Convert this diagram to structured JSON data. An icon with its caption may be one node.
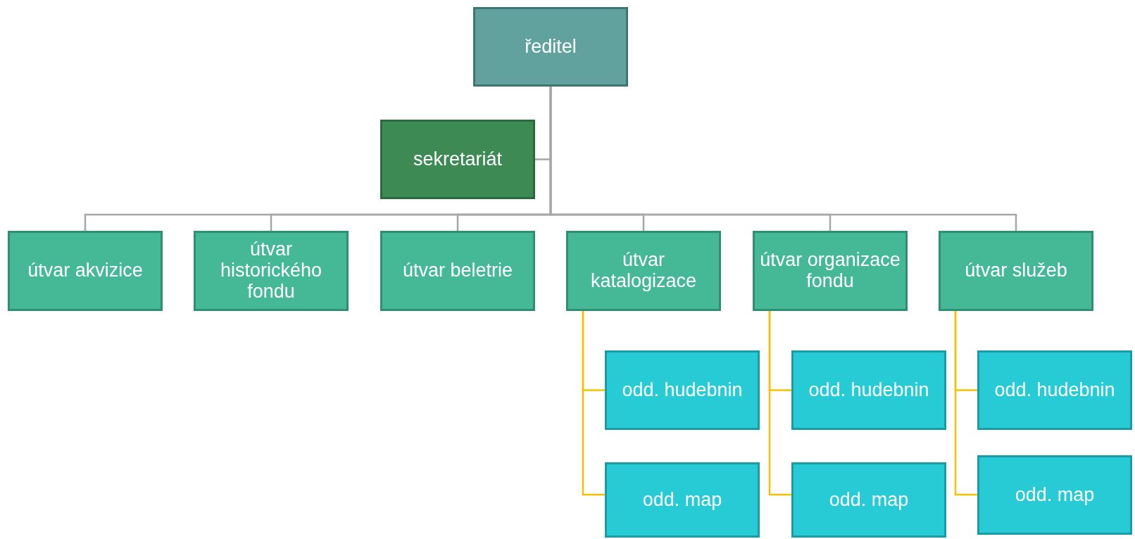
{
  "diagram": {
    "nodes": [
      {
        "text": [
          "ředitel"
        ]
      },
      {
        "text": [
          "sekretariát"
        ]
      },
      {
        "text": [
          "útvar akvizice"
        ]
      },
      {
        "text": [
          "útvar historického fondu"
        ]
      },
      {
        "text": [
          "útvar beletrie"
        ]
      },
      {
        "text": [
          "útvar katalogizace"
        ]
      },
      {
        "text": [
          "útvar organizace fondu"
        ]
      },
      {
        "text": [
          "útvar služeb"
        ]
      },
      {
        "text": [
          "odd. hudebnin"
        ]
      },
      {
        "text": [
          "odd. map"
        ]
      },
      {
        "text": [
          "odd. hudebnin"
        ]
      },
      {
        "text": [
          "odd. map"
        ]
      },
      {
        "text": [
          "odd. hudebnin"
        ]
      },
      {
        "text": [
          "odd. map"
        ]
      }
    ],
    "edges": [
      {
        "from": 0,
        "to": 1,
        "arrow": "none"
      },
      {
        "from": 0,
        "to": 2,
        "arrow": "none"
      },
      {
        "from": 0,
        "to": 3,
        "arrow": "none"
      },
      {
        "from": 0,
        "to": 4,
        "arrow": "none"
      },
      {
        "from": 0,
        "to": 5,
        "arrow": "none"
      },
      {
        "from": 0,
        "to": 6,
        "arrow": "none"
      },
      {
        "from": 0,
        "to": 7,
        "arrow": "none"
      },
      {
        "from": 5,
        "to": 8,
        "arrow": "none",
        "color": "#f5c000"
      },
      {
        "from": 5,
        "to": 9,
        "arrow": "none",
        "color": "#f5c000"
      },
      {
        "from": 6,
        "to": 10,
        "arrow": "none",
        "color": "#f5c000"
      },
      {
        "from": 6,
        "to": 11,
        "arrow": "none",
        "color": "#f5c000"
      },
      {
        "from": 7,
        "to": 12,
        "arrow": "none",
        "color": "#f5c000"
      },
      {
        "from": 7,
        "to": 13,
        "arrow": "none",
        "color": "#f5c000"
      }
    ]
  }
}
